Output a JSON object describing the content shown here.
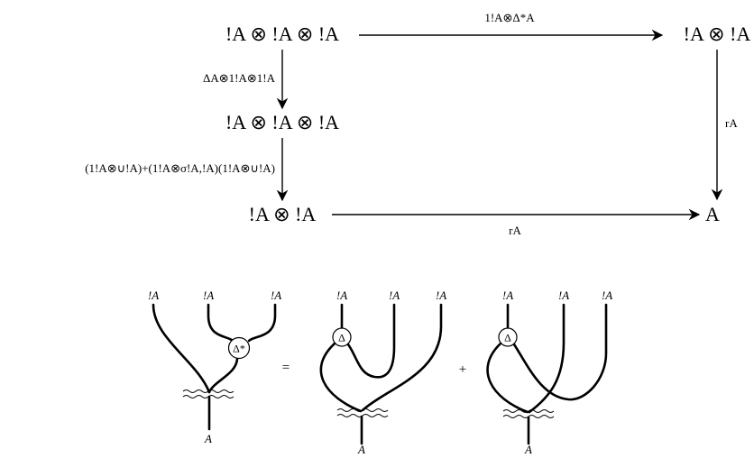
{
  "commutative_diagram": {
    "top_left": "!A ⊗ !A ⊗ !A",
    "top_right": "!A ⊗ !A",
    "middle_left": "!A ⊗ !A ⊗ !A",
    "bottom_left": "!A ⊗ !A",
    "bottom_right": "A",
    "arrow_top_label": "1!A⊗Δ*A",
    "arrow_left_upper_label": "ΔA⊗1!A⊗1!A",
    "arrow_left_lower_label": "(1!A⊗∪!A)+(1!A⊗σ!A,!A)(1!A⊗∪!A)",
    "arrow_right_label": "rA",
    "arrow_bottom_label": "rA"
  },
  "string_diagram": {
    "lhs_inputs": [
      "!A",
      "!A",
      "!A"
    ],
    "lhs_node": "Δ*",
    "lhs_output": "A",
    "equals": "=",
    "rhs1_inputs": [
      "!A",
      "!A",
      "!A"
    ],
    "rhs1_node": "Δ",
    "rhs1_output": "A",
    "plus": "+",
    "rhs2_inputs": [
      "!A",
      "!A",
      "!A"
    ],
    "rhs2_node": "Δ",
    "rhs2_output": "A"
  }
}
